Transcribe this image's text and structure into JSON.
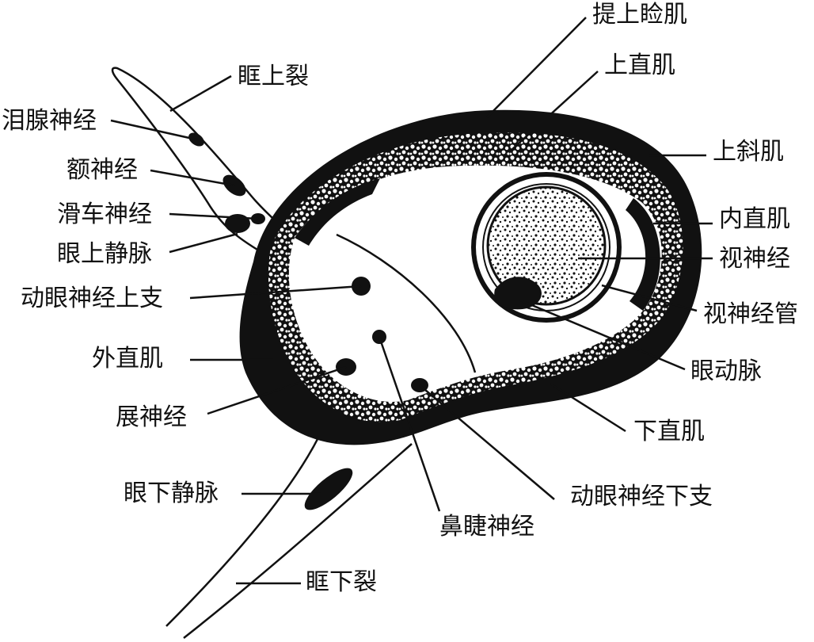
{
  "diagram": {
    "colors": {
      "ink": "#111111",
      "paper": "#ffffff"
    },
    "labels": {
      "levator": "提上睑肌",
      "sup_orbital_fissure": "眶上裂",
      "superior_rectus": "上直肌",
      "lacrimal_nerve": "泪腺神经",
      "superior_oblique": "上斜肌",
      "frontal_nerve": "额神经",
      "trochlear_nerve": "滑车神经",
      "medial_rectus": "内直肌",
      "sup_ophthalmic_vein": "眼上静脉",
      "optic_nerve": "视神经",
      "oculomotor_superior": "动眼神经上支",
      "optic_canal": "视神经管",
      "lateral_rectus": "外直肌",
      "ophthalmic_artery": "眼动脉",
      "abducens_nerve": "展神经",
      "inferior_rectus": "下直肌",
      "inf_ophthalmic_vein": "眼下静脉",
      "oculomotor_inferior": "动眼神经下支",
      "nasociliary_nerve": "鼻睫神经",
      "inf_orbital_fissure": "眶下裂"
    }
  }
}
